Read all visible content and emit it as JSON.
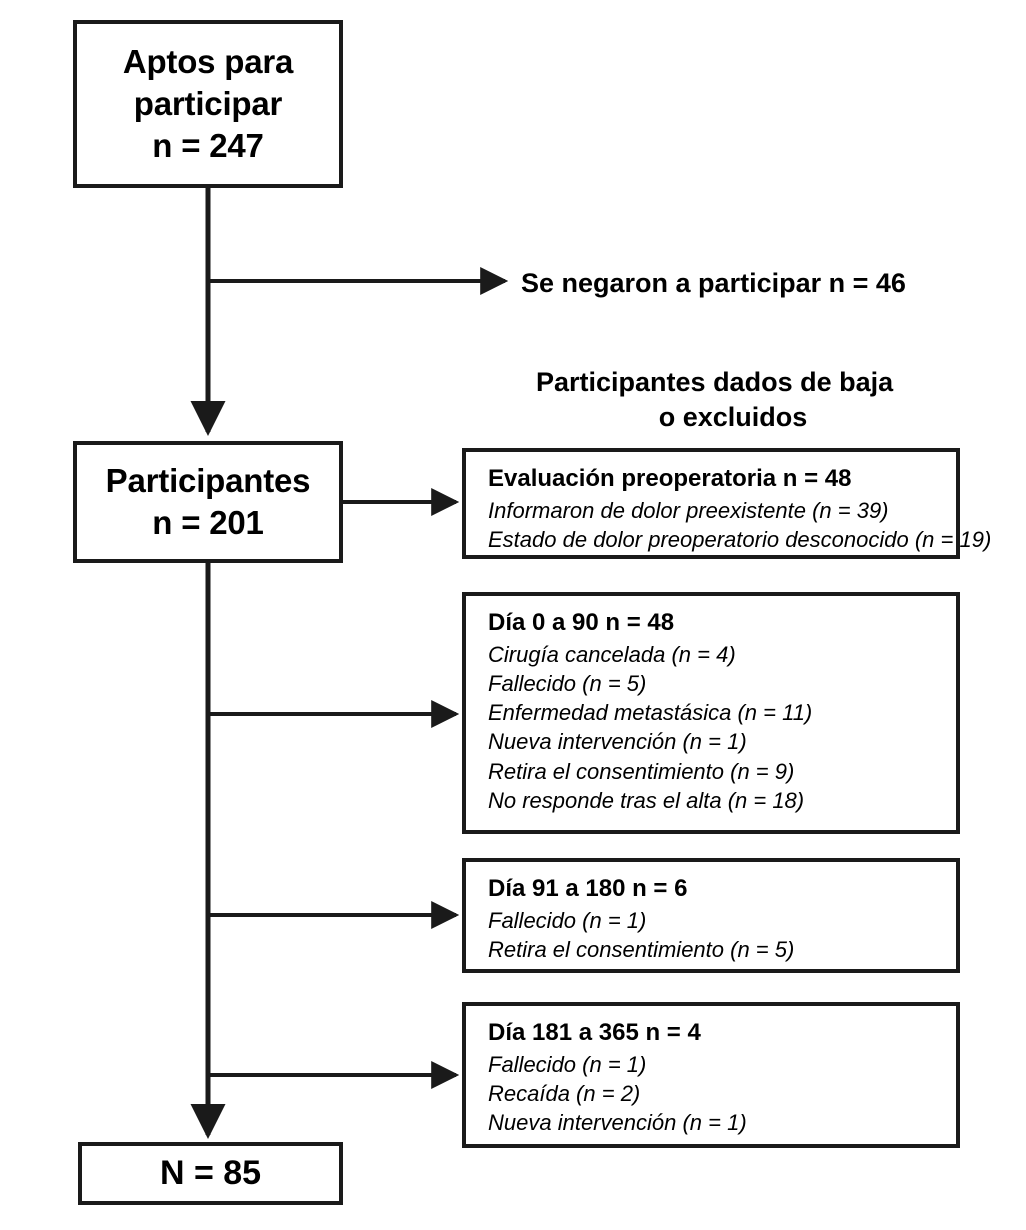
{
  "diagram": {
    "title": "Diagrama de flujo de participantes",
    "line_color": "#1a1a1a",
    "background": "#ffffff"
  },
  "nodes": {
    "eligible": {
      "lines": [
        "Aptos para",
        "participar",
        "n = 247"
      ]
    },
    "participants": {
      "lines": [
        "Participantes",
        "n = 201"
      ]
    },
    "final": {
      "label": "N = 85"
    }
  },
  "labels": {
    "refused": "Se negaron a participar n = 46",
    "excluded_header_line1": "Participantes dados de baja",
    "excluded_header_line2": "o excluidos"
  },
  "exclusion_boxes": [
    {
      "heading": "Evaluación preoperatoria n = 48",
      "items": [
        "Informaron de dolor preexistente (n = 39)",
        "Estado de dolor preoperatorio desconocido (n = 19)"
      ]
    },
    {
      "heading": "Día 0 a 90 n = 48",
      "items": [
        "Cirugía cancelada (n = 4)",
        "Fallecido (n = 5)",
        "Enfermedad metastásica (n = 11)",
        "Nueva intervención (n = 1)",
        "Retira el consentimiento (n = 9)",
        "No responde tras el alta (n = 18)"
      ]
    },
    {
      "heading": "Día 91 a 180 n = 6",
      "items": [
        "Fallecido (n = 1)",
        "Retira el consentimiento (n = 5)"
      ]
    },
    {
      "heading": "Día 181 a 365 n = 4",
      "items": [
        "Fallecido (n = 1)",
        "Recaída (n = 2)",
        "Nueva intervención (n = 1)"
      ]
    }
  ]
}
